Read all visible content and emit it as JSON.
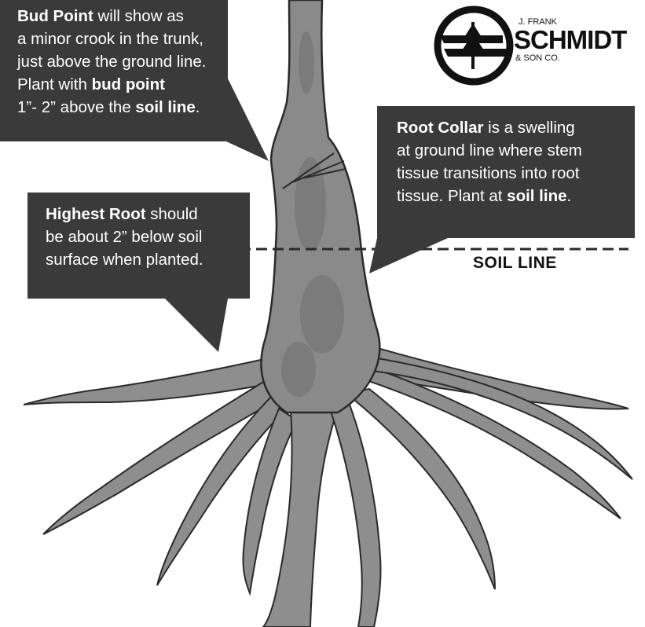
{
  "callouts": {
    "bud_point": {
      "lead": "Bud Point",
      "l1_rest": " will show as",
      "l2": "a minor crook in the trunk,",
      "l3": "just above the ground line.",
      "l4_pre": "Plant with ",
      "l4_bold": "bud point",
      "l5_pre": "1”- 2” above the ",
      "l5_bold": "soil line",
      "l5_post": "."
    },
    "highest_root": {
      "lead": "Highest Root",
      "l1_rest": " should",
      "l2": "be about 2” below soil",
      "l3": "surface when planted."
    },
    "root_collar": {
      "lead": "Root Collar",
      "l1_rest": " is a swelling",
      "l2": "at ground line where stem",
      "l3": "tissue transitions into root",
      "l4_pre": "tissue. Plant at ",
      "l4_bold": "soil line",
      "l4_post": "."
    }
  },
  "soil_line_label": "SOIL LINE",
  "logo": {
    "line1": "J. FRANK",
    "line2": "SCHMIDT",
    "line3": "& SON CO.",
    "icon": "tree-s-monogram-icon"
  },
  "colors": {
    "callout_bg": "#3a3a3a",
    "trunk": "#8c8c8c",
    "outline": "#2a2a2a"
  }
}
